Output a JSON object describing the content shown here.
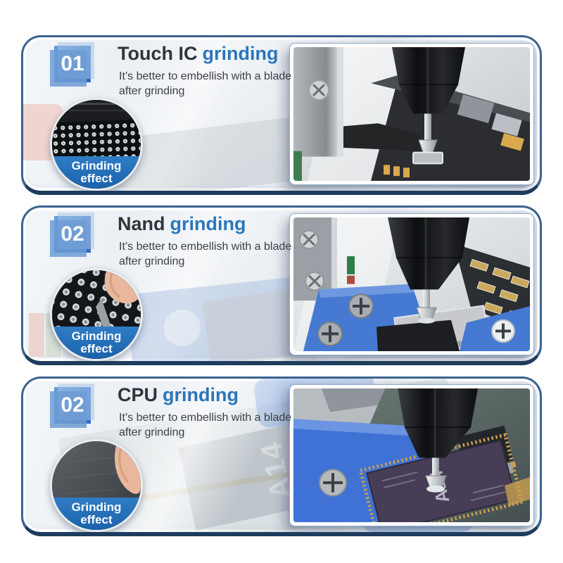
{
  "panels": [
    {
      "number": "01",
      "title": {
        "main": "Touch IC",
        "accent": "grinding"
      },
      "subtitle": "It’s better to embellish with a blade after grinding",
      "inset": {
        "label_line1": "Grinding",
        "label_line2": "effect"
      }
    },
    {
      "number": "02",
      "title": {
        "main": "Nand",
        "accent": "grinding"
      },
      "subtitle": "It’s better to embellish with a blade after grinding",
      "inset": {
        "label_line1": "Grinding",
        "label_line2": "effect"
      }
    },
    {
      "number": "02",
      "title": {
        "main": "CPU",
        "accent": "grinding"
      },
      "subtitle": "It’s better to embellish with a blade after grinding",
      "inset": {
        "label_line1": "Grinding",
        "label_line2": "effect"
      },
      "bg_watermark": "A14"
    }
  ],
  "colors": {
    "accent_blue": "#2b76ba",
    "badge_blue": "#3e7ccd",
    "band_blue": "#1b62ab",
    "panel_border": "#3a6390",
    "panel_border_bottom": "#1d3c5e",
    "title_dark": "#2f353b"
  }
}
